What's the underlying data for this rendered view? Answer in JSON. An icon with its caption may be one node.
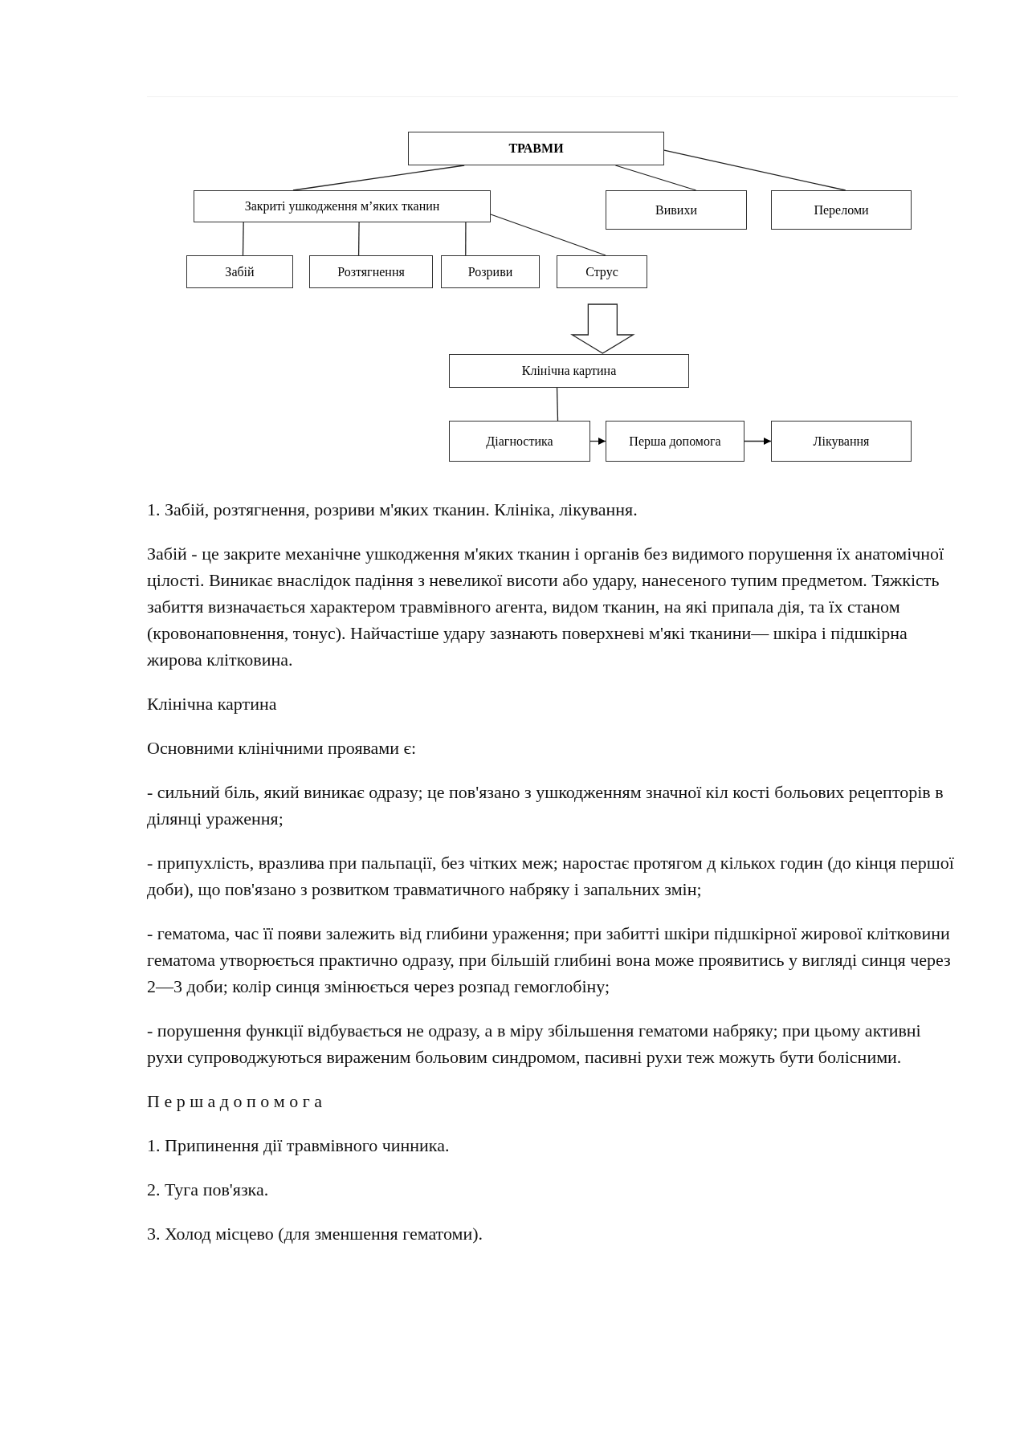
{
  "diagram": {
    "nodes": [
      {
        "text": [
          "ТРАВМИ"
        ]
      },
      {
        "text": [
          "Закриті ушкодження м’яких тканин"
        ]
      },
      {
        "text": [
          "Вивихи"
        ]
      },
      {
        "text": [
          "Переломи"
        ]
      },
      {
        "text": [
          "Забій"
        ]
      },
      {
        "text": [
          "Розтягнення"
        ]
      },
      {
        "text": [
          "Розриви"
        ]
      },
      {
        "text": [
          "Струс"
        ]
      },
      {
        "text": [
          "Клінічна картина"
        ]
      },
      {
        "text": [
          "Діагностика"
        ]
      },
      {
        "text": [
          "Перша допомога"
        ]
      },
      {
        "text": [
          "Лікування"
        ]
      }
    ],
    "edges": [
      {
        "from": 0,
        "to": 1,
        "arrow": "none"
      },
      {
        "from": 0,
        "to": 2,
        "arrow": "none"
      },
      {
        "from": 0,
        "to": 3,
        "arrow": "none"
      },
      {
        "from": 1,
        "to": 4,
        "arrow": "none"
      },
      {
        "from": 1,
        "to": 5,
        "arrow": "none"
      },
      {
        "from": 1,
        "to": 6,
        "arrow": "none"
      },
      {
        "from": 1,
        "to": 7,
        "arrow": "none"
      },
      {
        "from": 8,
        "to": 9,
        "arrow": "none"
      },
      {
        "from": 9,
        "to": 10,
        "arrow": "to"
      },
      {
        "from": 10,
        "to": 11,
        "arrow": "to"
      },
      {
        "from": null,
        "to": 8,
        "arrow": "to"
      }
    ],
    "labels": [
      "1. Забій, розтягнення, розриви м'яких тканин. Клініка, лікування.",
      "Забій - це закрите механічне ушкодження м'яких тканин і органів без видимого порушення їх анатомічної цілості. Виникає внаслідок падіння з невеликої висоти або удару, нанесеного тупим предметом. Тяжкість забиття визначається характером травмівного агента, видом тканин, на які припала дія, та їх станом (кровонаповнення, тонус). Найчастіше удару зазнають поверхневі м'які тканини— шкіра і підшкірна жирова клітковина.",
      "Клінічна картина",
      "Основними клінічними проявами є:",
      "- сильний біль, який виникає одразу; це пов'язано з ушкодженням значної кіл кості больових рецепторів в ділянці ураження;",
      "- припухлість, вразлива при пальпації, без чітких меж; наростає протягом д кількох годин (до кінця першої доби), що пов'язано з розвитком травматичного набряку і запальних змін;",
      "- гематома, час її появи залежить від глибини ураження; при забитті шкіри підшкірної жирової клітковини гематома утворюється практично одразу, при більшій глибині вона може проявитись у вигляді синця через 2—3 доби; колір синця змінюється через розпад гемоглобіну;",
      "- порушення функції відбувається не одразу, а в міру збільшення гематоми набряку; при цьому активні рухи супроводжуються вираженим больовим синдромом, пасивні рухи теж можуть бути болісними.",
      "П е р ш а д о п о м о г а",
      "1. Припинення дії травмівного чинника.",
      "2. Туга пов'язка.",
      "3. Холод місцево (для зменшення гематоми)."
    ]
  }
}
